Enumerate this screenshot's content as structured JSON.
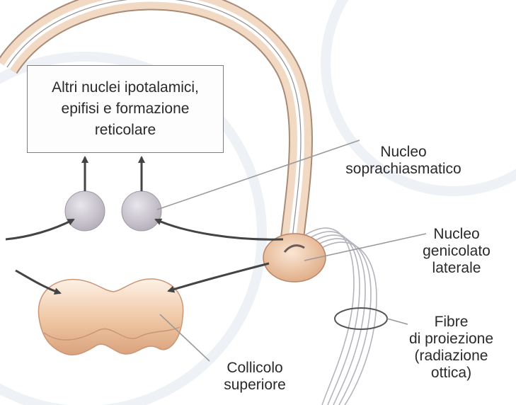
{
  "labels": {
    "box": [
      "Altri nuclei ipotalamici,",
      "epifisi e formazione",
      "reticolare"
    ],
    "suprachiasmatic": [
      "Nucleo",
      "soprachiasmatico"
    ],
    "lgn": [
      "Nucleo",
      "genicolato",
      "laterale"
    ],
    "projection_fibers": [
      "Fibre",
      "di proiezione",
      "(radiazione",
      "ottica)"
    ],
    "superior_colliculus": [
      "Collicolo",
      "superiore"
    ]
  },
  "colors": {
    "tract_fill": "#f1d9c4",
    "tract_outline": "#a98a74",
    "nucleus_fill": "#cbc6cf",
    "lgn_fill": "#efc39e",
    "colliculus_fill": "#f2c9a6",
    "arrow": "#444444",
    "leader_line": "#9a9a9a"
  }
}
